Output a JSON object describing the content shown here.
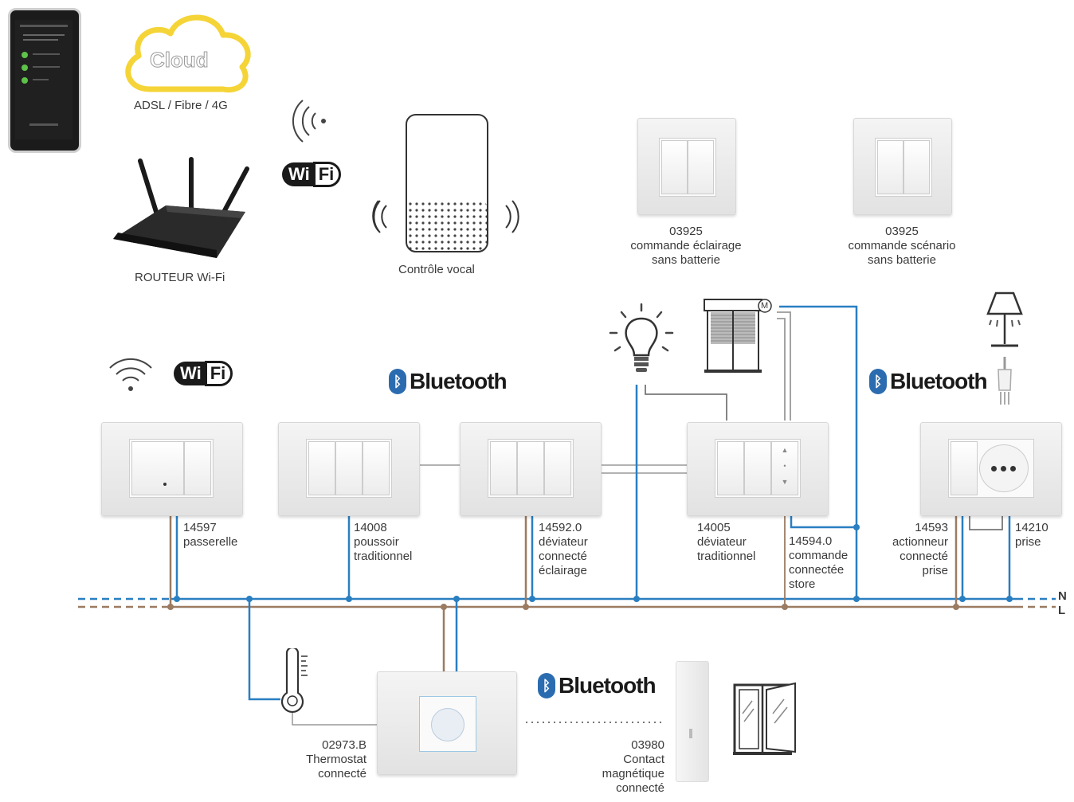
{
  "colors": {
    "neutral_line": "#2a7fc1",
    "live_line": "#9b7b62",
    "bluetooth_blue": "#2b6cb0",
    "cloud_yellow": "#f5d437"
  },
  "cloud": {
    "label": "Cloud",
    "connection": "ADSL / Fibre / 4G"
  },
  "router": {
    "label": "ROUTEUR Wi-Fi"
  },
  "wifi_logo": {
    "wi": "Wi",
    "fi": "Fi"
  },
  "voice": {
    "label": "Contrôle vocal"
  },
  "bluetooth_label": "Bluetooth",
  "bluetooth_rune": "ᛒ",
  "top_devices": [
    {
      "ref": "03925",
      "line1": "commande éclairage",
      "line2": "sans batterie"
    },
    {
      "ref": "03925",
      "line1": "commande scénario",
      "line2": "sans batterie"
    }
  ],
  "rail_devices": [
    {
      "ref": "14597",
      "lines": [
        "passerelle"
      ]
    },
    {
      "ref": "14008",
      "lines": [
        "poussoir",
        "traditionnel"
      ]
    },
    {
      "ref": "14592.0",
      "lines": [
        "déviateur",
        "connecté",
        "éclairage"
      ]
    },
    {
      "ref": "14005",
      "lines": [
        "déviateur",
        "traditionnel"
      ]
    },
    {
      "ref": "14594.0",
      "lines": [
        "commande",
        "connectée",
        "store"
      ]
    },
    {
      "ref": "14593",
      "lines": [
        "actionneur",
        "connecté",
        "prise"
      ]
    },
    {
      "ref": "14210",
      "lines": [
        "prise"
      ]
    }
  ],
  "line_labels": {
    "neutral": "N",
    "live": "L"
  },
  "motor_label": "M",
  "thermostat": {
    "ref": "02973.B",
    "line1": "Thermostat",
    "line2": "connecté"
  },
  "contact": {
    "ref": "03980",
    "line1": "Contact",
    "line2": "magnétique",
    "line3": "connecté"
  }
}
